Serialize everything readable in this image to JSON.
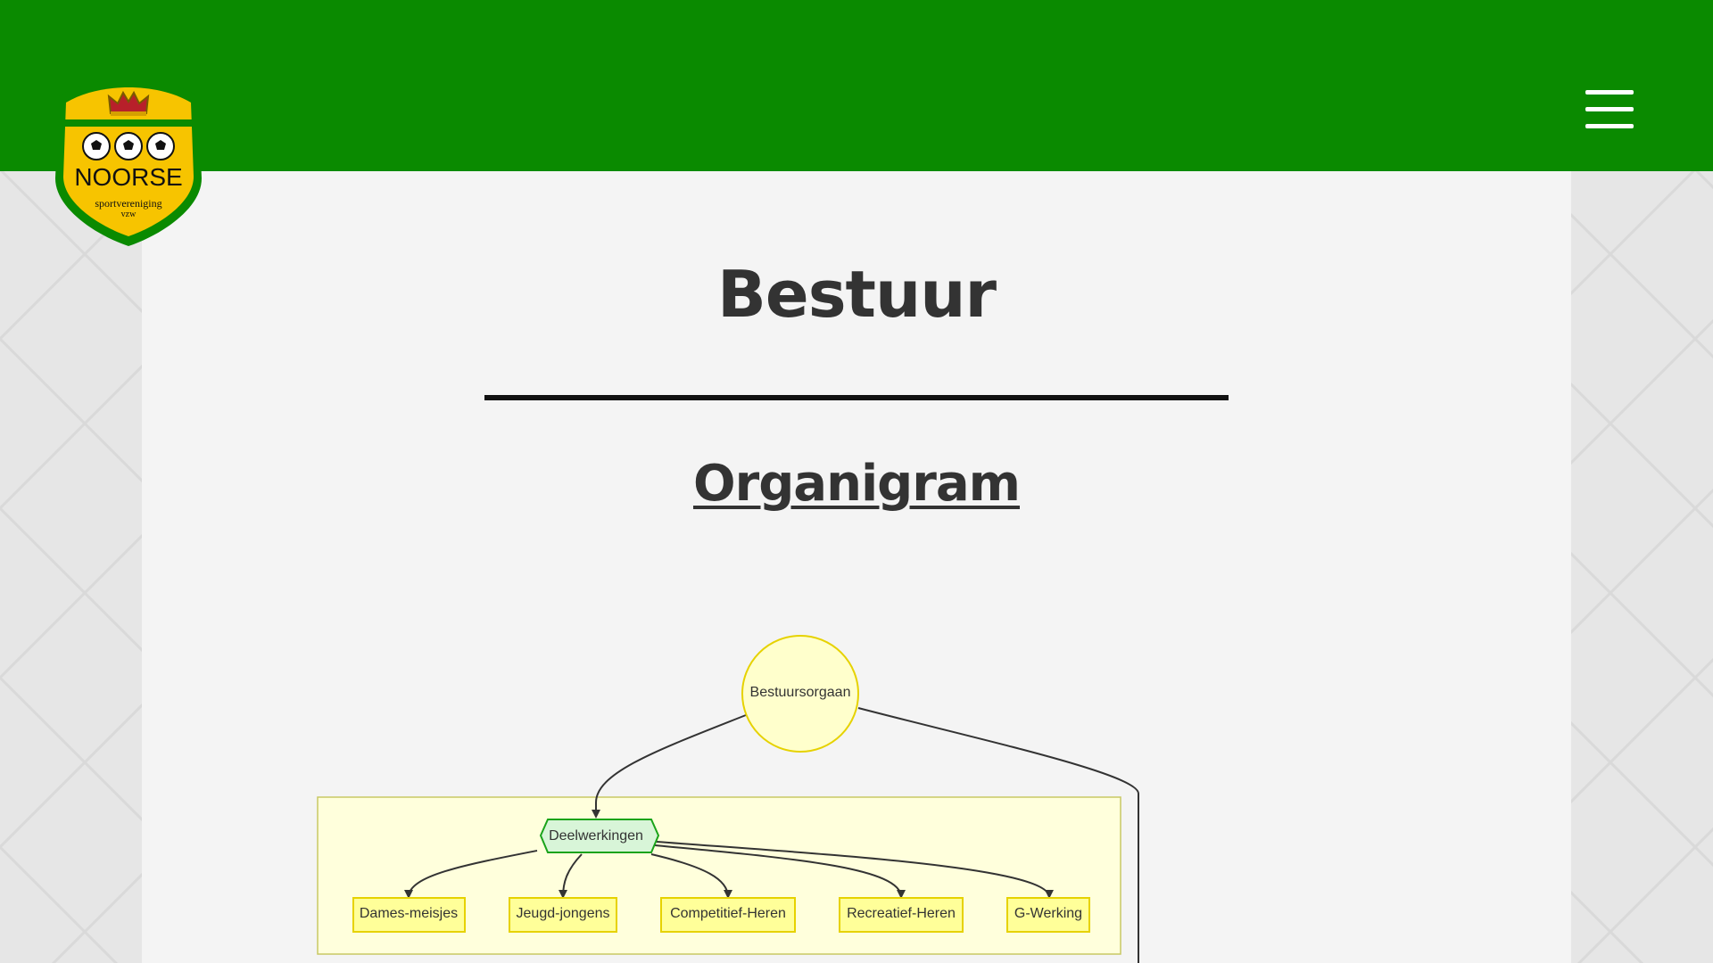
{
  "header": {
    "logo": {
      "text": "NOORSE",
      "subtitle": "sportvereniging",
      "suffix": "vzw",
      "icon": "club-crest-icon"
    },
    "menu_icon": "hamburger-menu-icon"
  },
  "colors": {
    "brand_green": "#0a8a00",
    "crest_yellow": "#f7c400",
    "node_yellow": "#ffffcc",
    "node_border": "#e6d200",
    "hex_green": "#d8f5d8",
    "hex_border": "#1aa31a"
  },
  "page": {
    "title": "Bestuur",
    "section_title": "Organigram"
  },
  "diagram": {
    "root": "Bestuursorgaan",
    "group_node": "Deelwerkingen",
    "children": [
      "Dames-meisjes",
      "Jeugd-jongens",
      "Competitief-Heren",
      "Recreatief-Heren",
      "G-Werking"
    ]
  }
}
